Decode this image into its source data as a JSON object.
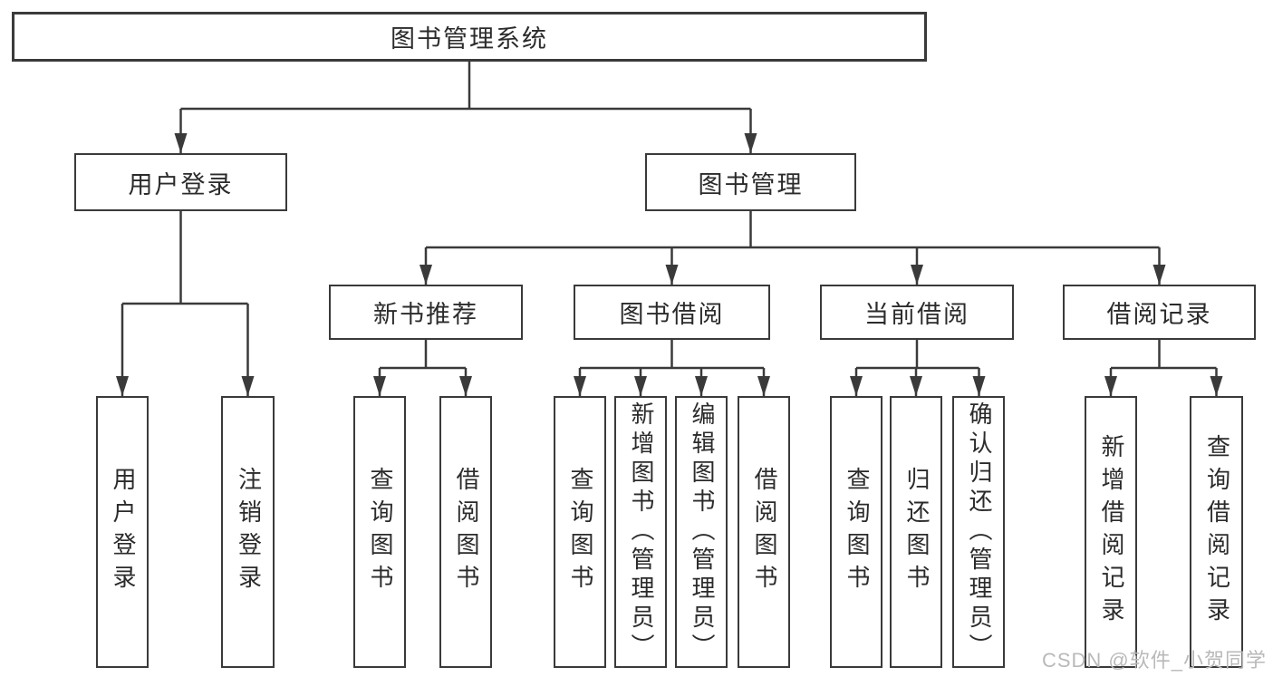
{
  "colors": {
    "line": "#3a3a3a",
    "box_border": "#3a3a3a",
    "text": "#2b2b2b",
    "watermark": "#b9b9b9",
    "background": "#ffffff"
  },
  "watermark": {
    "text": "CSDN @软件_小贺同学"
  },
  "tree": {
    "root": {
      "label": "图书管理系统"
    },
    "branches": [
      {
        "label": "用户登录",
        "children": [
          {
            "label": "用户登录"
          },
          {
            "label": "注销登录"
          }
        ]
      },
      {
        "label": "图书管理",
        "children": [
          {
            "label": "新书推荐",
            "children": [
              {
                "label": "查询图书"
              },
              {
                "label": "借阅图书"
              }
            ]
          },
          {
            "label": "图书借阅",
            "children": [
              {
                "label": "查询图书"
              },
              {
                "label": "新增图书（管理员）"
              },
              {
                "label": "编辑图书（管理员）"
              },
              {
                "label": "借阅图书"
              }
            ]
          },
          {
            "label": "当前借阅",
            "children": [
              {
                "label": "查询图书"
              },
              {
                "label": "归还图书"
              },
              {
                "label": "确认归还（管理员）"
              }
            ]
          },
          {
            "label": "借阅记录",
            "children": [
              {
                "label": "新增借阅记录"
              },
              {
                "label": "查询借阅记录"
              }
            ]
          }
        ]
      }
    ]
  }
}
